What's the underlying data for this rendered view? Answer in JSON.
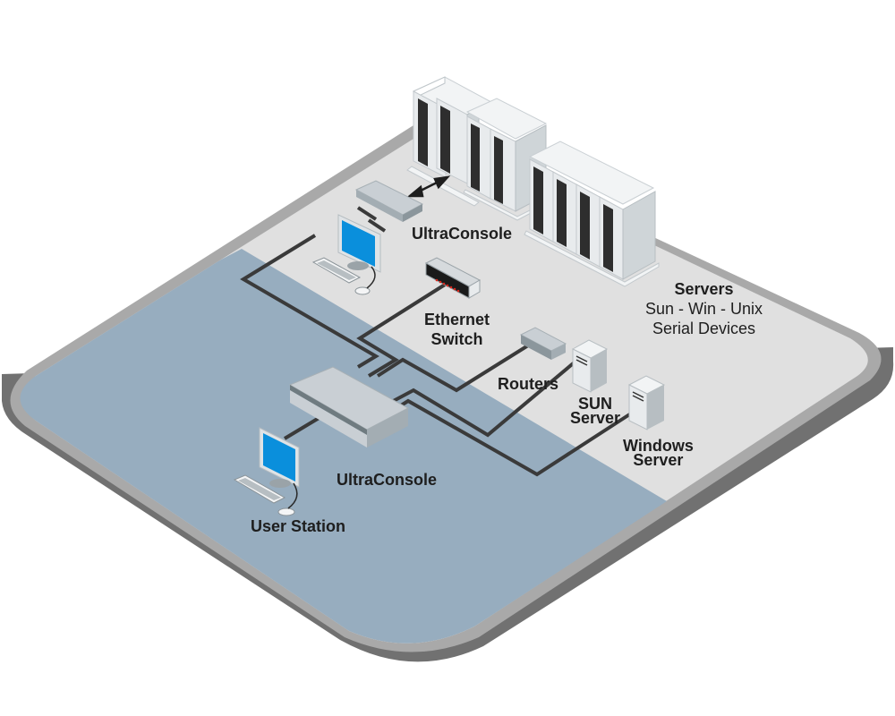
{
  "colors": {
    "platform_light": "#e0e0e0",
    "platform_blue": "#97adbf",
    "platform_rim": "#a9a9a9",
    "platform_side": "#717171",
    "cable": "#3a3a3a",
    "screen": "#0a8fdc",
    "device_top": "#c9cfd4",
    "device_side": "#a3adb3",
    "device_front": "#6f7b80",
    "rack_front": "#2a2a2a",
    "led_red": "#d8281e"
  },
  "labels": {
    "ultraconsole_top": "UltraConsole",
    "ethernet_switch": [
      "Ethernet",
      "Switch"
    ],
    "routers": "Routers",
    "sun_server": [
      "SUN",
      "Server"
    ],
    "windows_server": [
      "Windows",
      "Server"
    ],
    "ultraconsole_bottom": "UltraConsole",
    "user_station": "User Station",
    "servers": {
      "title": "Servers",
      "line1": "Sun - Win - Unix",
      "line2": "Serial Devices"
    }
  },
  "icons": {
    "bidirectional_arrow": "double-arrow-icon",
    "server_rack": "server-rack-icon",
    "workstation": "computer-workstation-icon",
    "kvm_switch": "kvm-switch-icon",
    "ethernet_switch": "ethernet-switch-icon",
    "router": "router-icon",
    "tower_server": "tower-server-icon"
  }
}
